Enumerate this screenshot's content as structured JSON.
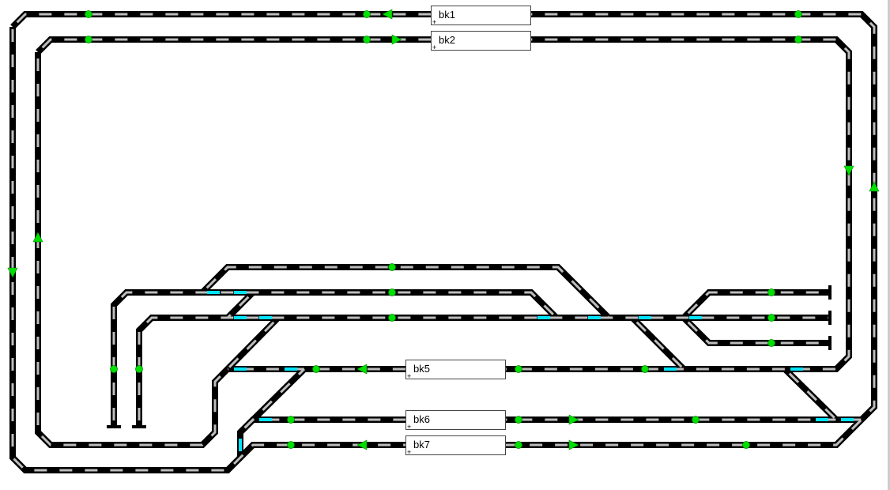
{
  "blocks": [
    {
      "id": "bk1",
      "label": "bk1"
    },
    {
      "id": "bk2",
      "label": "bk2"
    },
    {
      "id": "bk5",
      "label": "bk5"
    },
    {
      "id": "bk6",
      "label": "bk6"
    },
    {
      "id": "bk7",
      "label": "bk7"
    }
  ],
  "colors": {
    "track": "#000000",
    "sleeper": "#bdbdbd",
    "route_active": "#00e5ff",
    "sensor": "#00e000",
    "signal": "#00e000"
  }
}
